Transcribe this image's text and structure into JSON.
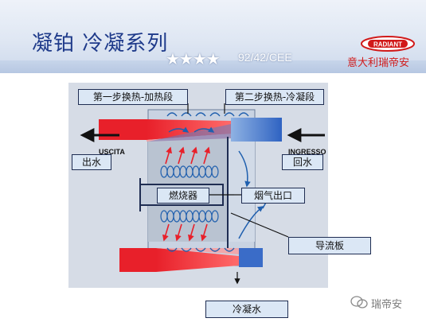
{
  "header": {
    "title": "凝铂 冷凝系列",
    "stars": "★★★★",
    "standard": "92/42/CEE",
    "logo_text": "RADIANT",
    "company": "意大利瑞帝安"
  },
  "diagram": {
    "stage1": "第一步换热-加热段",
    "stage2": "第二步换热-冷凝段",
    "outlet_water": "出水",
    "return_water": "回水",
    "burner": "燃烧器",
    "flue_outlet": "烟气出口",
    "baffle": "导流板",
    "condensate": "冷凝水",
    "uscita": "USCITA",
    "ingresso": "INGRESSO"
  },
  "footer": {
    "watermark": "瑞帝安"
  },
  "colors": {
    "title": "#1e3a8a",
    "brand_red": "#d11a1a",
    "pipe_red": "#e8202a",
    "label_fill": "#dbe7f5",
    "arrow_blue": "#1f5fae"
  }
}
